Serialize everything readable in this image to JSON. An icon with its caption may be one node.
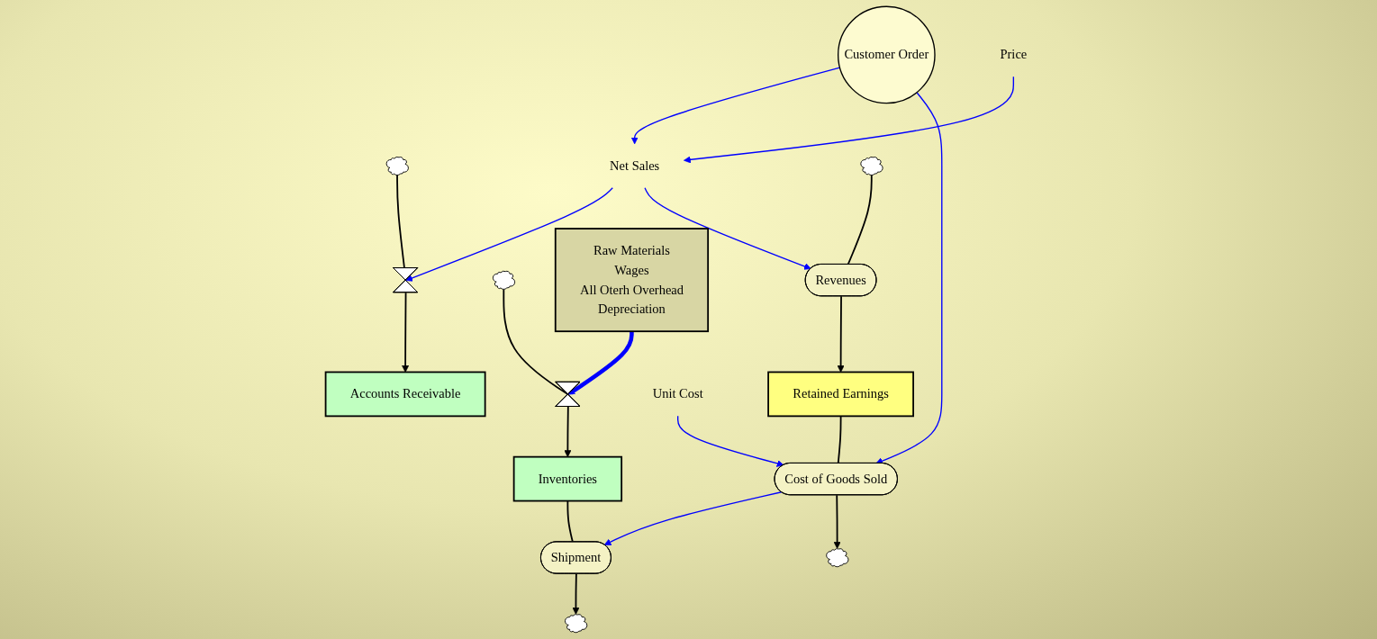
{
  "diagram": {
    "nodes": [
      {
        "text": [],
        "shape": "cloud"
      },
      {
        "text": [],
        "shape": "valve"
      },
      {
        "text": [
          "Accounts Receivable"
        ]
      },
      {
        "text": [],
        "shape": "cloud"
      },
      {
        "text": [],
        "shape": "valve"
      },
      {
        "text": [
          "Inventories"
        ]
      },
      {
        "text": [
          "Shipment"
        ]
      },
      {
        "text": [],
        "shape": "cloud"
      },
      {
        "text": [
          "Raw Materials",
          "Wages",
          "All Oterh Overhead",
          "Depreciation"
        ]
      },
      {
        "text": [
          "Net Sales"
        ]
      },
      {
        "text": [
          "Customer Order"
        ]
      },
      {
        "text": [
          "Price"
        ]
      },
      {
        "text": [
          "Unit Cost"
        ]
      },
      {
        "text": [
          "Cost of Goods Sold"
        ]
      },
      {
        "text": [],
        "shape": "cloud"
      },
      {
        "text": [
          "Retained Earnings"
        ]
      },
      {
        "text": [
          "Revenues"
        ]
      },
      {
        "text": [],
        "shape": "cloud"
      }
    ],
    "edges": [
      {
        "from": 0,
        "to": 1,
        "arrow": "none"
      },
      {
        "from": 1,
        "to": 2,
        "arrow": "to"
      },
      {
        "from": 9,
        "to": 1,
        "arrow": "to",
        "color": "#0000ff"
      },
      {
        "from": 3,
        "to": 4,
        "arrow": "none"
      },
      {
        "from": 4,
        "to": 5,
        "arrow": "to"
      },
      {
        "from": 8,
        "to": 4,
        "arrow": "to",
        "style": "thick",
        "color": "#0000ff"
      },
      {
        "from": 5,
        "to": 6,
        "arrow": "none"
      },
      {
        "from": 6,
        "to": 7,
        "arrow": "to"
      },
      {
        "from": 13,
        "to": 6,
        "arrow": "to",
        "color": "#0000ff"
      },
      {
        "from": 10,
        "to": 9,
        "arrow": "to",
        "color": "#0000ff"
      },
      {
        "from": 11,
        "to": 9,
        "arrow": "to",
        "color": "#0000ff"
      },
      {
        "from": 9,
        "to": 16,
        "arrow": "to",
        "color": "#0000ff"
      },
      {
        "from": 10,
        "to": 13,
        "arrow": "to",
        "color": "#0000ff"
      },
      {
        "from": 12,
        "to": 13,
        "arrow": "to",
        "color": "#0000ff"
      },
      {
        "from": 15,
        "to": 13,
        "arrow": "none"
      },
      {
        "from": 13,
        "to": 14,
        "arrow": "to"
      },
      {
        "from": 17,
        "to": 16,
        "arrow": "none"
      },
      {
        "from": 16,
        "to": 15,
        "arrow": "to"
      }
    ]
  }
}
